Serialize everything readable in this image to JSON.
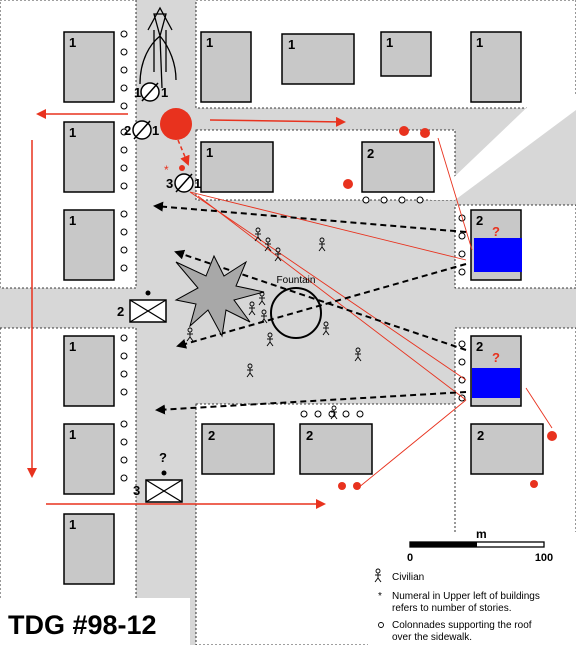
{
  "title": "TDG #98-12",
  "fountain_label": "Fountain",
  "scale": {
    "unit": "m",
    "start": "0",
    "end": "100"
  },
  "legend": {
    "civilian": "Civilian",
    "asterisk": "*",
    "numeral_line1": "Numeral in Upper left of buildings",
    "numeral_line2": "refers to number of stories.",
    "colonnade_line1": "Colonnades supporting the roof",
    "colonnade_line2": "over the sidewalk."
  },
  "buildings": {
    "b1": "1",
    "b2": "1",
    "b3": "1",
    "b4": "1",
    "b5": "1",
    "b6": "1",
    "b7": "1",
    "b8": "1",
    "b9": "2",
    "b10": "2",
    "b11": "1",
    "b12": "2",
    "b13": "1",
    "b14": "2",
    "b15": "2",
    "b16": "2",
    "b17": "1"
  },
  "units": {
    "u1": "1",
    "u1b": "1",
    "u2": "2",
    "u2b": "1",
    "u3": "3",
    "u3b": "1",
    "box2": "2",
    "box3": "3"
  },
  "unknown": "?",
  "colors": {
    "red": "#e8321e",
    "blue": "#0000ff",
    "gray": "#c8c8c8",
    "road": "#d7d7d7"
  }
}
